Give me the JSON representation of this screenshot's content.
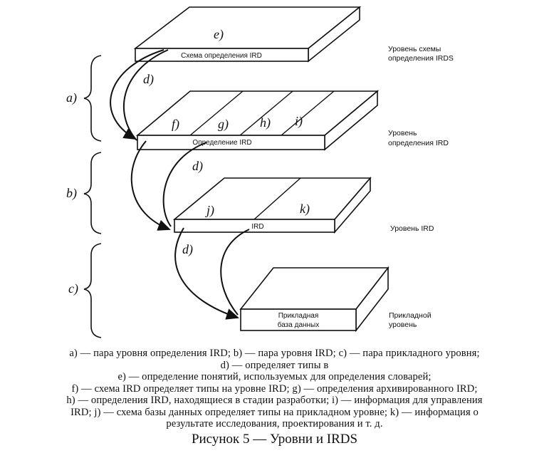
{
  "diagram": {
    "levels": [
      {
        "top_letters": [
          "e)"
        ],
        "face_label": "Схема определения IRD",
        "side_label": [
          "Уровень схемы",
          "определения IRDS"
        ]
      },
      {
        "top_letters": [
          "f)",
          "g)",
          "h)",
          "i)"
        ],
        "face_label": "Определение IRD",
        "side_label": [
          "Уровень",
          "определения IRD"
        ]
      },
      {
        "top_letters": [
          "j)",
          "k)"
        ],
        "face_label": "IRD",
        "side_label": [
          "Уровень IRD"
        ]
      },
      {
        "top_letters": [],
        "face_label": [
          "Прикладная",
          "база данных"
        ],
        "side_label": [
          "Прикладной",
          "уровень"
        ]
      }
    ],
    "arrow_labels": [
      "d)",
      "d)",
      "d)"
    ],
    "bracket_labels": [
      "a)",
      "b)",
      "c)"
    ]
  },
  "caption": {
    "lines": [
      "a) — пара уровня определения IRD; b) — пара уровня IRD; c) — пара прикладного уровня;",
      "d) — определяет типы в",
      "e) — определение понятий, используемых для определения словарей;",
      "f) — схема IRD определяет типы на уровне IRD; g) — определения архивированного IRD;",
      "h) — определения IRD, находящиеся в стадии разработки; i) — информация для управления",
      "IRD; j) — схема базы данных определяет типы на прикладном уровне; k) — информация о",
      "результате исследования, проектирования и т. д."
    ],
    "title": "Рисунок 5 — Уровни и IRDS"
  }
}
